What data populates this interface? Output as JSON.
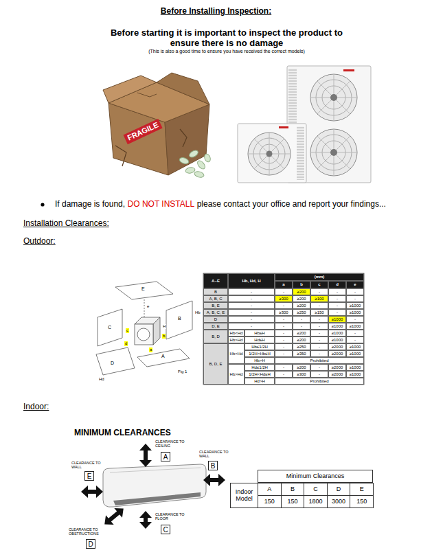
{
  "diagram": {
    "title": "Before Installing Inspection:",
    "nodes": [
      {
        "text": [
          "A"
        ]
      },
      {
        "text": [
          "B"
        ]
      },
      {
        "text": [
          "E"
        ]
      },
      {
        "text": [
          "C"
        ]
      },
      {
        "text": [
          "D"
        ]
      }
    ],
    "labels": [
      "Before starting it is important to inspect the product to ensure there is no damage",
      "(This is also a good time to ensure you have received the correct models)",
      "FRAGILE",
      "If damage is found,",
      "DO NOT INSTALL",
      "please contact your office and report your findings...",
      "Installation Clearances:",
      "Outdoor:",
      "E",
      "e",
      "B",
      "Hb",
      "H",
      "C",
      "c",
      "b",
      "a",
      "A",
      "d",
      "D",
      "Hd",
      "Fig 1",
      "A~E",
      "Hb, Hd, H",
      "(mm)",
      "a",
      "b",
      "c",
      "d",
      "e",
      "B",
      "-",
      "-",
      "≥200",
      "-",
      "-",
      "-",
      "A, B, C",
      "-",
      "≥300",
      "≥200",
      "≥100",
      "-",
      "-",
      "B, E",
      "-",
      "-",
      "≥200",
      "-",
      "-",
      "≥1000",
      "A, B, C, E",
      "-",
      "≥300",
      "≥250",
      "≥150",
      "-",
      "≥1000",
      "D",
      "-",
      "-",
      "-",
      "-",
      "≥1000",
      "-",
      "D, E",
      "-",
      "-",
      "-",
      "-",
      "≥1000",
      "≥1000",
      "B, D",
      "Hb<Hd",
      "Hb≤H",
      "-",
      "≥200",
      "-",
      "≥1000",
      "-",
      "Hb>Hd",
      "Hd≤H",
      "-",
      "≥200",
      "-",
      "≥1000",
      "-",
      "B, D, E",
      "Hb<Hd",
      "Hb≤1/2H",
      "-",
      "≥250",
      "-",
      "≥2000",
      "≥1000",
      "1/2H<Hb≤H",
      "-",
      "≥350",
      "-",
      "≥2000",
      "≥1000",
      "Hb>H",
      "Prohibited",
      "Hb>Hd",
      "Hd≤1/2H",
      "-",
      "≥200",
      "-",
      "≥2000",
      "≥1000",
      "1/2H<Hd≤H",
      "-",
      "≥300",
      "-",
      "≥2000",
      "≥1000",
      "Hd>H",
      "Prohibited",
      "Indoor:",
      "MINIMUM CLEARANCES",
      "CLEARANCE TO CEILING",
      "CLEARANCE TO WALL",
      "CLEARANCE TO WALL",
      "CLEARANCE TO FLOOR",
      "CLEARANCE TO OBSTRUCTIONS",
      "Minimum Clearances",
      "Indoor Model",
      "A",
      "B",
      "C",
      "D",
      "E",
      "150",
      "150",
      "1800",
      "3000",
      "150"
    ]
  }
}
